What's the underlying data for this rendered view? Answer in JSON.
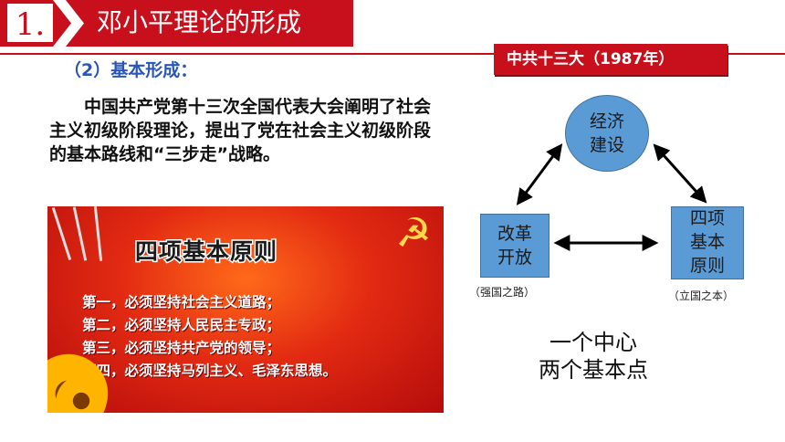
{
  "header": {
    "number": "1.",
    "title": "邓小平理论的形成"
  },
  "section": {
    "heading": "（2）基本形成：",
    "body": "中国共产党第十三次全国代表大会阐明了社会主义初级阶段理论，提出了党在社会主义初级阶段的基本路线和“三步走”战略。"
  },
  "poster": {
    "title": "四项基本原则",
    "lines": [
      "第一，必须坚持社会主义道路；",
      "第二，必须坚持人民民主专政；",
      "第三，必须坚持共产党的领导；",
      "第四，必须坚持马列主义、毛泽东思想。"
    ],
    "emblem_icon": "hammer-sickle-icon"
  },
  "congress": {
    "label": "中共十三大（1987年）"
  },
  "diagram": {
    "top_node": "经济\n建设",
    "left_node": "改革\n开放",
    "right_node": "四项\n基本\n原则",
    "left_caption": "（强国之路）",
    "right_caption": "（立国之本）"
  },
  "summary": {
    "text": "一个中心\n两个基本点"
  },
  "colors": {
    "accent_red": "#c8101c",
    "heading_blue": "#2a55b8",
    "node_blue": "#5b9bd5"
  }
}
